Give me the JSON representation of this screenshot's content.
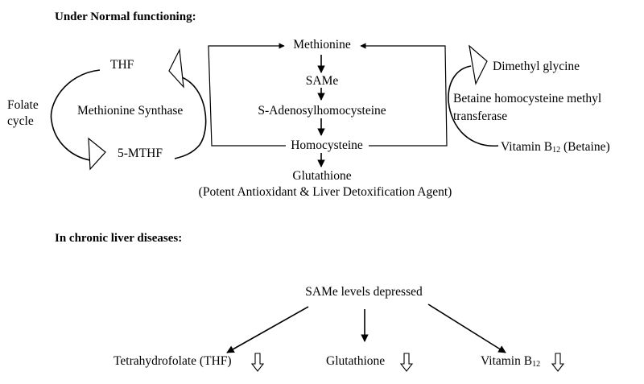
{
  "section_normal": {
    "heading": "Under Normal functioning:",
    "center_column": {
      "methionine": "Methionine",
      "same": "SAMe",
      "sah": "S-Adenosylhomocysteine",
      "homocysteine": "Homocysteine",
      "glutathione": "Glutathione",
      "glutathione_note": "(Potent Antioxidant & Liver Detoxification Agent)"
    },
    "left_cycle": {
      "thf": "THF",
      "mthf": "5-MTHF",
      "enzyme": "Methionine Synthase",
      "cycle_label_line1": "Folate",
      "cycle_label_line2": "cycle"
    },
    "right_cycle": {
      "product": "Dimethyl glycine",
      "enzyme_line1": "Betaine homocysteine methyl",
      "enzyme_line2": "transferase",
      "substrate_prefix": "Vitamin B",
      "substrate_sub": "12",
      "substrate_suffix": " (Betaine)"
    }
  },
  "section_chronic": {
    "heading": "In chronic liver diseases:",
    "root": "SAMe levels depressed",
    "outcomes": [
      {
        "label": "Tetrahydrofolate (THF)",
        "sub": "",
        "trend": "decreased"
      },
      {
        "label": "Glutathione",
        "sub": "",
        "trend": "decreased"
      },
      {
        "label": "Vitamin B",
        "sub": "12",
        "trend": "decreased"
      }
    ]
  }
}
